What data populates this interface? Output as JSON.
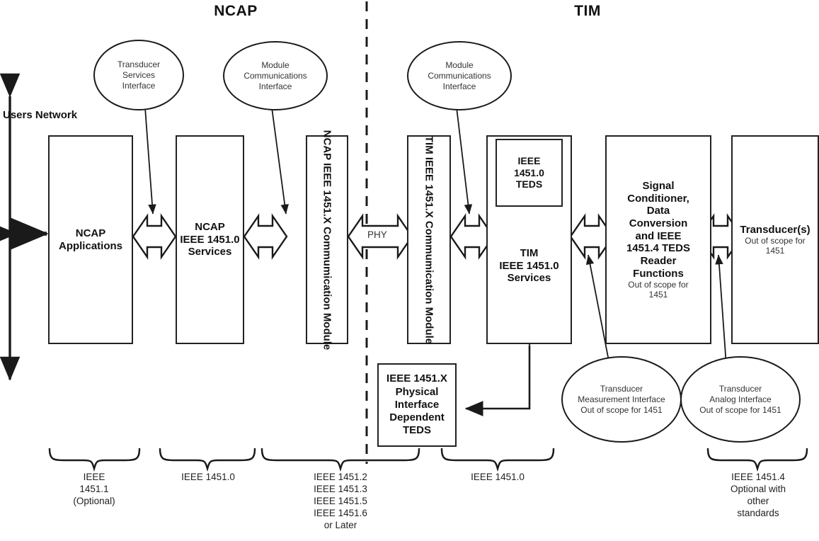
{
  "diagram": {
    "title_left": "NCAP",
    "title_right": "TIM",
    "network_label": "Users Network",
    "phy_label": "PHY"
  },
  "ellipses": [
    {
      "id": "transducer-services-interface",
      "lines": [
        "Transducer",
        "Services",
        "Interface"
      ]
    },
    {
      "id": "module-communications-interface-ncap",
      "lines": [
        "Module",
        "Communications",
        "Interface"
      ]
    },
    {
      "id": "module-communications-interface-tim",
      "lines": [
        "Module",
        "Communications",
        "Interface"
      ]
    },
    {
      "id": "transducer-measurement-interface",
      "lines": [
        "Transducer",
        "Measurement Interface",
        "Out of scope for 1451"
      ]
    },
    {
      "id": "transducer-analog-interface",
      "lines": [
        "Transducer",
        "Analog Interface",
        "Out of scope for 1451"
      ]
    }
  ],
  "boxes": {
    "ncap_applications": {
      "title": "NCAP\nApplications",
      "sub": ""
    },
    "ncap_services": {
      "title": "NCAP\nIEEE 1451.0\nServices",
      "sub": ""
    },
    "ncap_comm_module": {
      "title": "NCAP IEEE 1451.X Commumication Module"
    },
    "tim_comm_module": {
      "title": "TIM IEEE 1451.X Commumication Module"
    },
    "tim_services": {
      "title": "TIM\nIEEE 1451.0\nServices",
      "sub": ""
    },
    "ieee_teds": {
      "title": "IEEE\n1451.0\nTEDS"
    },
    "signal_conditioner": {
      "title": "Signal\nConditioner,\nData\nConversion\nand IEEE\n1451.4 TEDS\nReader\nFunctions",
      "sub": "Out of scope for\n1451"
    },
    "transducers": {
      "title": "Transducer(s)",
      "sub": "Out of scope for\n1451"
    },
    "phy_teds": {
      "title": "IEEE 1451.X\nPhysical\nInterface\nDependent\nTEDS"
    }
  },
  "bottom_labels": [
    {
      "id": "brace-label-1451-1",
      "text": "IEEE\n1451.1\n(Optional)"
    },
    {
      "id": "brace-label-1451-0-ncap",
      "text": "IEEE 1451.0"
    },
    {
      "id": "brace-label-1451-x-family",
      "text": "IEEE 1451.2\nIEEE 1451.3\nIEEE 1451.5\nIEEE 1451.6\nor Later"
    },
    {
      "id": "brace-label-1451-0-tim",
      "text": "IEEE 1451.0"
    },
    {
      "id": "brace-label-1451-4",
      "text": "IEEE 1451.4\nOptional with\nother\nstandards"
    }
  ],
  "colors": {
    "line": "#1a1a1a",
    "text": "#222222",
    "background": "#ffffff"
  }
}
